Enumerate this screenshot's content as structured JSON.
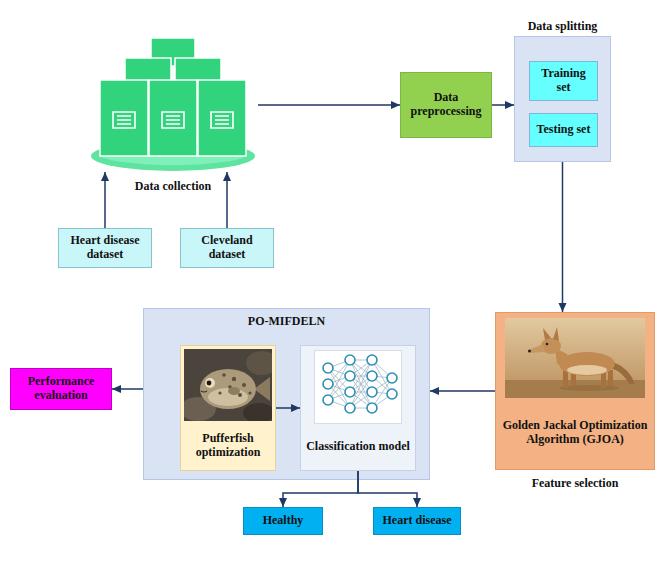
{
  "diagram": {
    "nodes": [
      {
        "text": [
          "Data collection"
        ]
      },
      {
        "text": [
          "Data preprocessing"
        ]
      },
      {
        "text": [
          "Data splitting"
        ]
      },
      {
        "text": [
          "Training set"
        ],
        "in": 2
      },
      {
        "text": [
          "Testing set"
        ],
        "in": 2
      },
      {
        "text": [
          "Heart disease dataset"
        ]
      },
      {
        "text": [
          "Cleveland dataset"
        ]
      },
      {
        "text": [
          "PO-MIFDELN"
        ]
      },
      {
        "text": [
          "Pufferfish optimization"
        ],
        "in": 7
      },
      {
        "text": [
          "Classification model"
        ],
        "in": 7
      },
      {
        "text": [
          "Golden Jackal Optimization Algorithm (GJOA)",
          "Feature selection"
        ]
      },
      {
        "text": [
          "Performance evaluation"
        ]
      },
      {
        "text": [
          "Healthy"
        ]
      },
      {
        "text": [
          "Heart disease"
        ]
      }
    ],
    "edges": [
      {
        "from": 5,
        "to": 0,
        "arrow": "to"
      },
      {
        "from": 6,
        "to": 0,
        "arrow": "to"
      },
      {
        "from": 0,
        "to": 1,
        "arrow": "to"
      },
      {
        "from": 1,
        "to": 2,
        "arrow": "to"
      },
      {
        "from": 2,
        "to": 10,
        "arrow": "to"
      },
      {
        "from": 10,
        "to": 7,
        "arrow": "to"
      },
      {
        "from": 7,
        "to": 11,
        "arrow": "to"
      },
      {
        "from": 8,
        "to": 9,
        "arrow": "to"
      },
      {
        "from": 9,
        "to": 12,
        "arrow": "to"
      },
      {
        "from": 9,
        "to": 13,
        "arrow": "to"
      }
    ]
  }
}
